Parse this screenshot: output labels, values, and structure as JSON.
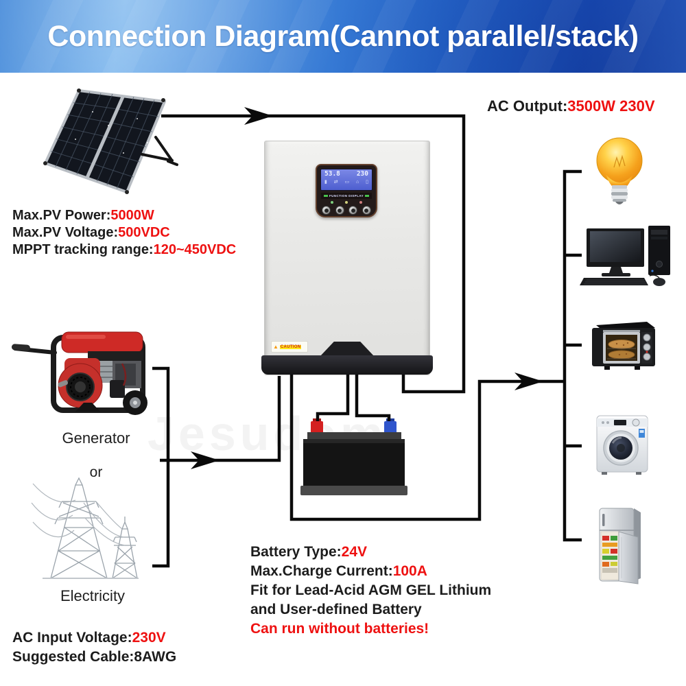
{
  "banner": {
    "title": "Connection Diagram(Cannot parallel/stack)"
  },
  "pv_specs": {
    "lines": [
      {
        "label": "Max.PV Power:",
        "value": "5000W"
      },
      {
        "label": "Max.PV Voltage:",
        "value": "500VDC"
      },
      {
        "label": "MPPT tracking range:",
        "value": "120~450VDC"
      }
    ]
  },
  "ac_output": {
    "label": "AC Output:",
    "value": "3500W 230V"
  },
  "sources": {
    "generator": "Generator",
    "or": "or",
    "electricity": "Electricity"
  },
  "ac_input": {
    "lines": [
      {
        "label": "AC Input Voltage:",
        "value": "230V"
      },
      {
        "label": "Suggested Cable:8AWG",
        "value": ""
      }
    ]
  },
  "battery_info": {
    "lines": [
      {
        "label": "Battery Type:",
        "value": "24V"
      },
      {
        "label": "Max.Charge Current:",
        "value": "100A"
      },
      {
        "label": "Fit for Lead-Acid AGM GEL Lithium",
        "value": ""
      },
      {
        "label": "and User-defined Battery",
        "value": ""
      },
      {
        "label": "",
        "value": "Can run without batteries!"
      }
    ]
  },
  "inverter": {
    "lcd_left": "53.8",
    "lcd_right": "230",
    "panel_label": "FUNCTION DISPLAY",
    "caution_label": "CAUTION"
  },
  "watermark": "Jesudom",
  "appliances": [
    {
      "name": "light-bulb"
    },
    {
      "name": "desktop-computer"
    },
    {
      "name": "toaster-oven"
    },
    {
      "name": "washing-machine"
    },
    {
      "name": "refrigerator"
    }
  ],
  "colors": {
    "accent_red": "#ee1111",
    "banner_blue": "#2a6bd0",
    "line_black": "#0a0a0a"
  }
}
